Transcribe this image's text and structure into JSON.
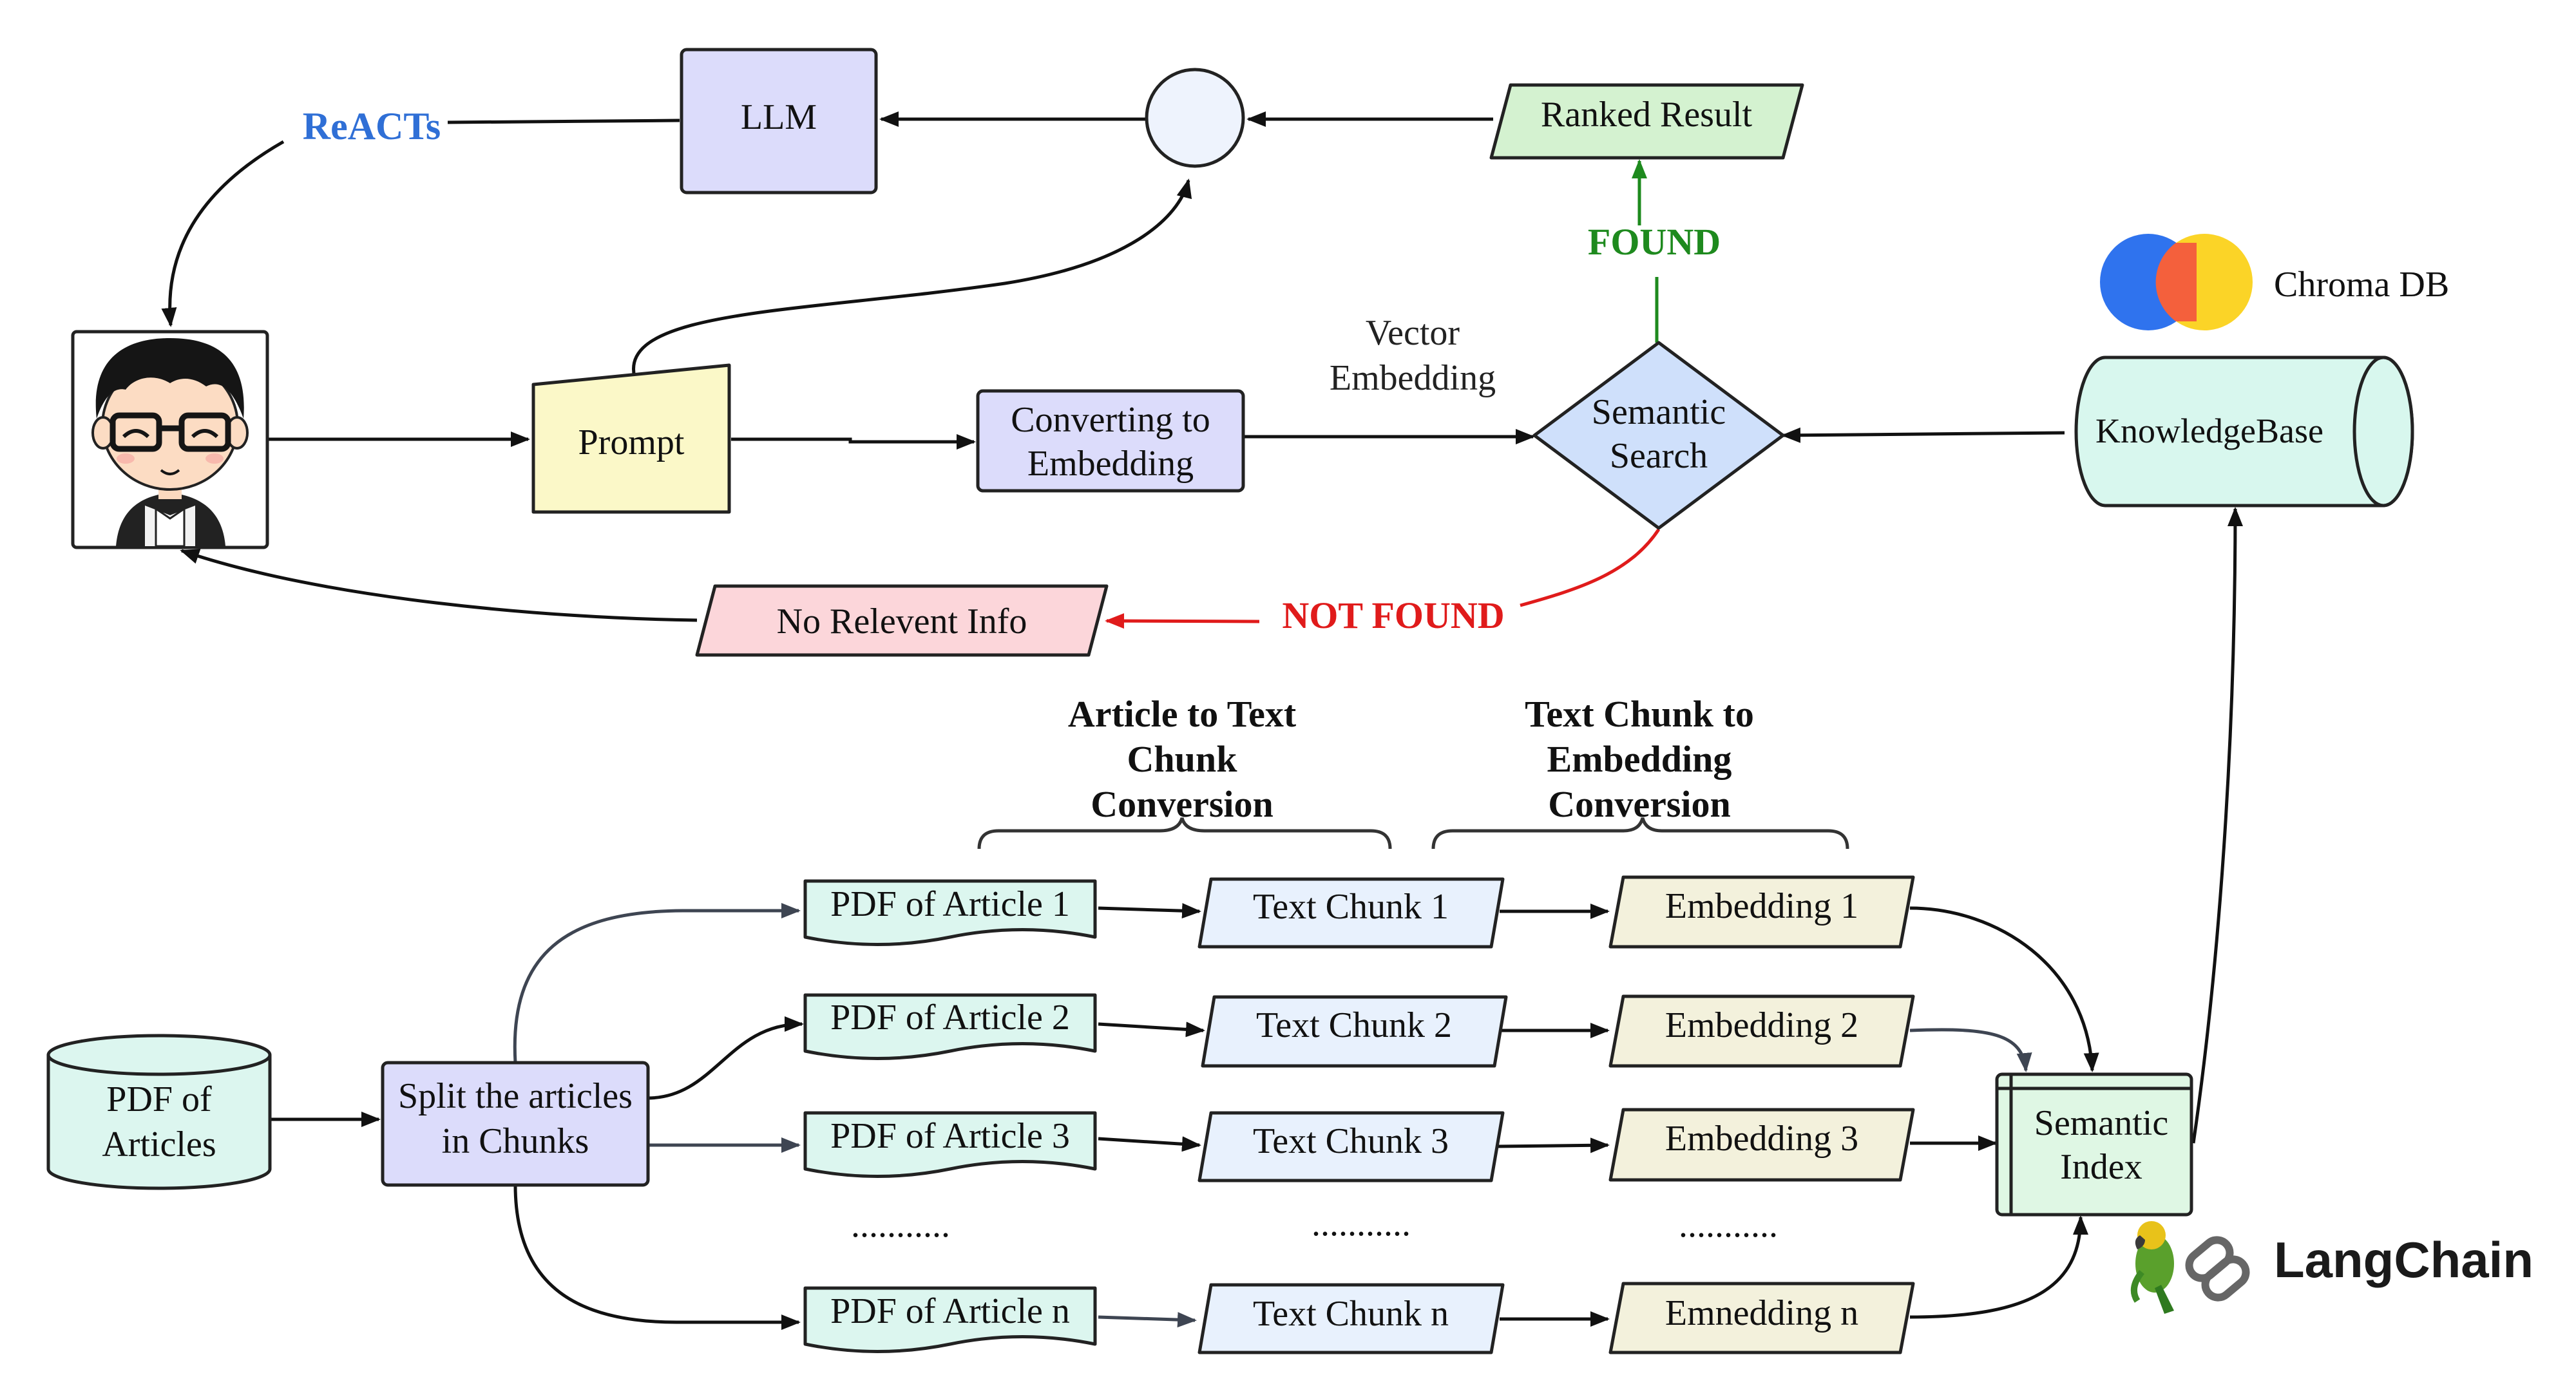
{
  "nodes": {
    "llm": "LLM",
    "ranked_result": "Ranked Result",
    "prompt": "Prompt",
    "converting": [
      "Converting to",
      "Embedding"
    ],
    "semantic_search": [
      "Semantic",
      "Search"
    ],
    "knowledge_base": "KnowledgeBase",
    "no_relevant_info": "No Relevent Info",
    "pdf_store": [
      "PDF of",
      "Articles"
    ],
    "split": [
      "Split the articles",
      "in Chunks"
    ],
    "semantic_index": [
      "Semantic",
      "Index"
    ],
    "pdf_articles": [
      "PDF of Article 1",
      "PDF of Article 2",
      "PDF of Article 3",
      "PDF of Article n"
    ],
    "text_chunks": [
      "Text Chunk 1",
      "Text Chunk 2",
      "Text Chunk 3",
      "Text Chunk n"
    ],
    "embeddings": [
      "Embedding 1",
      "Embedding 2",
      "Embedding 3",
      "Emnedding n"
    ],
    "ellipsis": "..........."
  },
  "edge_labels": {
    "reacts": "ReACTs",
    "found": "FOUND",
    "not_found": "NOT FOUND",
    "vector_embedding": [
      "Vector",
      "Embedding"
    ]
  },
  "stage_headers": {
    "article_to_chunk": [
      "Article to Text",
      "Chunk",
      "Conversion"
    ],
    "chunk_to_embedding": [
      "Text Chunk to",
      "Embedding",
      "Conversion"
    ]
  },
  "logos": {
    "chroma": "Chroma DB",
    "langchain": "LangChain"
  },
  "colors": {
    "reacts": "#2f6fd6",
    "found": "#1e8a1e",
    "not_found": "#e01b1b",
    "llm_fill": "#dcdcfb",
    "ranked_fill": "#d4f2d0",
    "prompt_fill": "#fbf8c8",
    "semantic_fill": "#cfe0fb",
    "kb_fill": "#d8f7ee",
    "noinfo_fill": "#fcd6da",
    "pdf_fill": "#dcf6ef",
    "chunk_fill": "#e8f1fd",
    "embedding_fill": "#f3f1dc",
    "index_fill": "#dff7e4"
  }
}
